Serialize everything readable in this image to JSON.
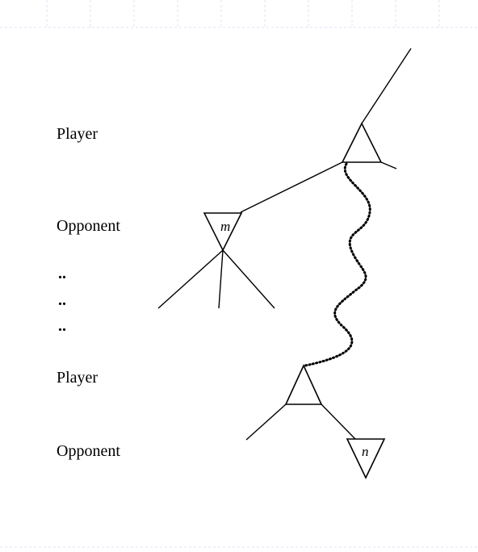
{
  "levels": {
    "player_top": "Player",
    "opponent_top": "Opponent",
    "ellipsis_1": "..",
    "ellipsis_2": "..",
    "ellipsis_3": "..",
    "player_bottom": "Player",
    "opponent_bottom": "Opponent"
  },
  "nodes": {
    "min_node_m": "m",
    "min_node_n": "n"
  },
  "colors": {
    "background": "#ffffff",
    "ink": "#000000",
    "grid": "#dfe1f4"
  }
}
